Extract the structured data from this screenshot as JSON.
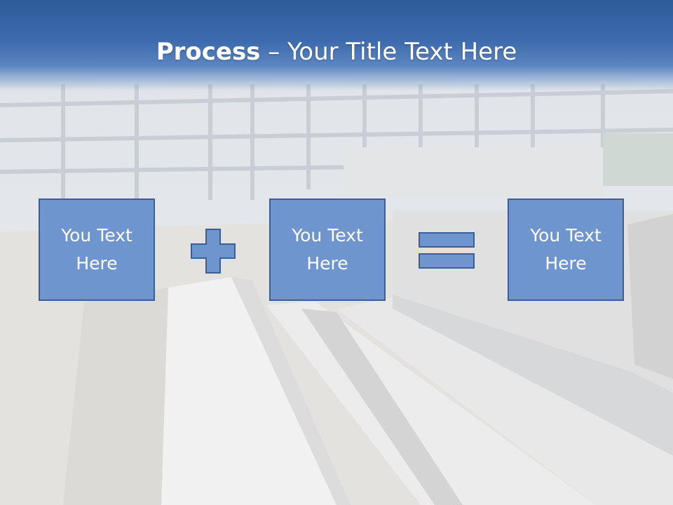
{
  "title": {
    "bold": "Process",
    "rest": " – Your Title Text Here"
  },
  "boxes": [
    {
      "text": "You Text Here"
    },
    {
      "text": "You Text Here"
    },
    {
      "text": "You Text Here"
    }
  ],
  "operators": [
    {
      "icon": "plus-icon"
    },
    {
      "icon": "equals-icon"
    }
  ],
  "colors": {
    "header_blue": "#3d6bad",
    "box_fill": "#6f95ce",
    "box_border": "#3c5e96",
    "text": "#ffffff"
  }
}
